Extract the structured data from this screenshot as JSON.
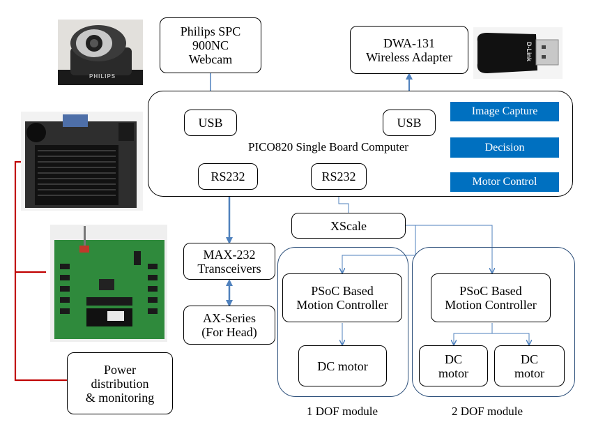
{
  "title": "PICO820 Single Board Computer",
  "components": {
    "webcam": "Philips SPC\n900NC\nWebcam",
    "wireless_adapter": "DWA-131\nWireless Adapter",
    "usb_left": "USB",
    "usb_right": "USB",
    "rs232_left": "RS232",
    "rs232_right": "RS232",
    "xscale": "XScale",
    "max232": "MAX-232\nTransceivers",
    "ax_series": "AX-Series\n(For Head)",
    "power": "Power\ndistribution\n& monitoring",
    "psoc_1": "PSoC Based\nMotion Controller",
    "psoc_2": "PSoC Based\nMotion Controller",
    "dc_motor_1": "DC motor",
    "dc_motor_2a": "DC\nmotor",
    "dc_motor_2b": "DC\nmotor"
  },
  "pipeline": [
    "Image Capture",
    "Decision",
    "Motor Control"
  ],
  "modules": {
    "one_dof": "1 DOF module",
    "two_dof": "2 DOF module"
  },
  "photo_labels": {
    "adapter_brand": "D-Link",
    "webcam_brand": "PHILIPS"
  },
  "colors": {
    "pipeline_fill": "#0070c0",
    "connector_blue": "#4f81bd",
    "power_line": "#c00000",
    "module_border": "#2c4f7a"
  }
}
